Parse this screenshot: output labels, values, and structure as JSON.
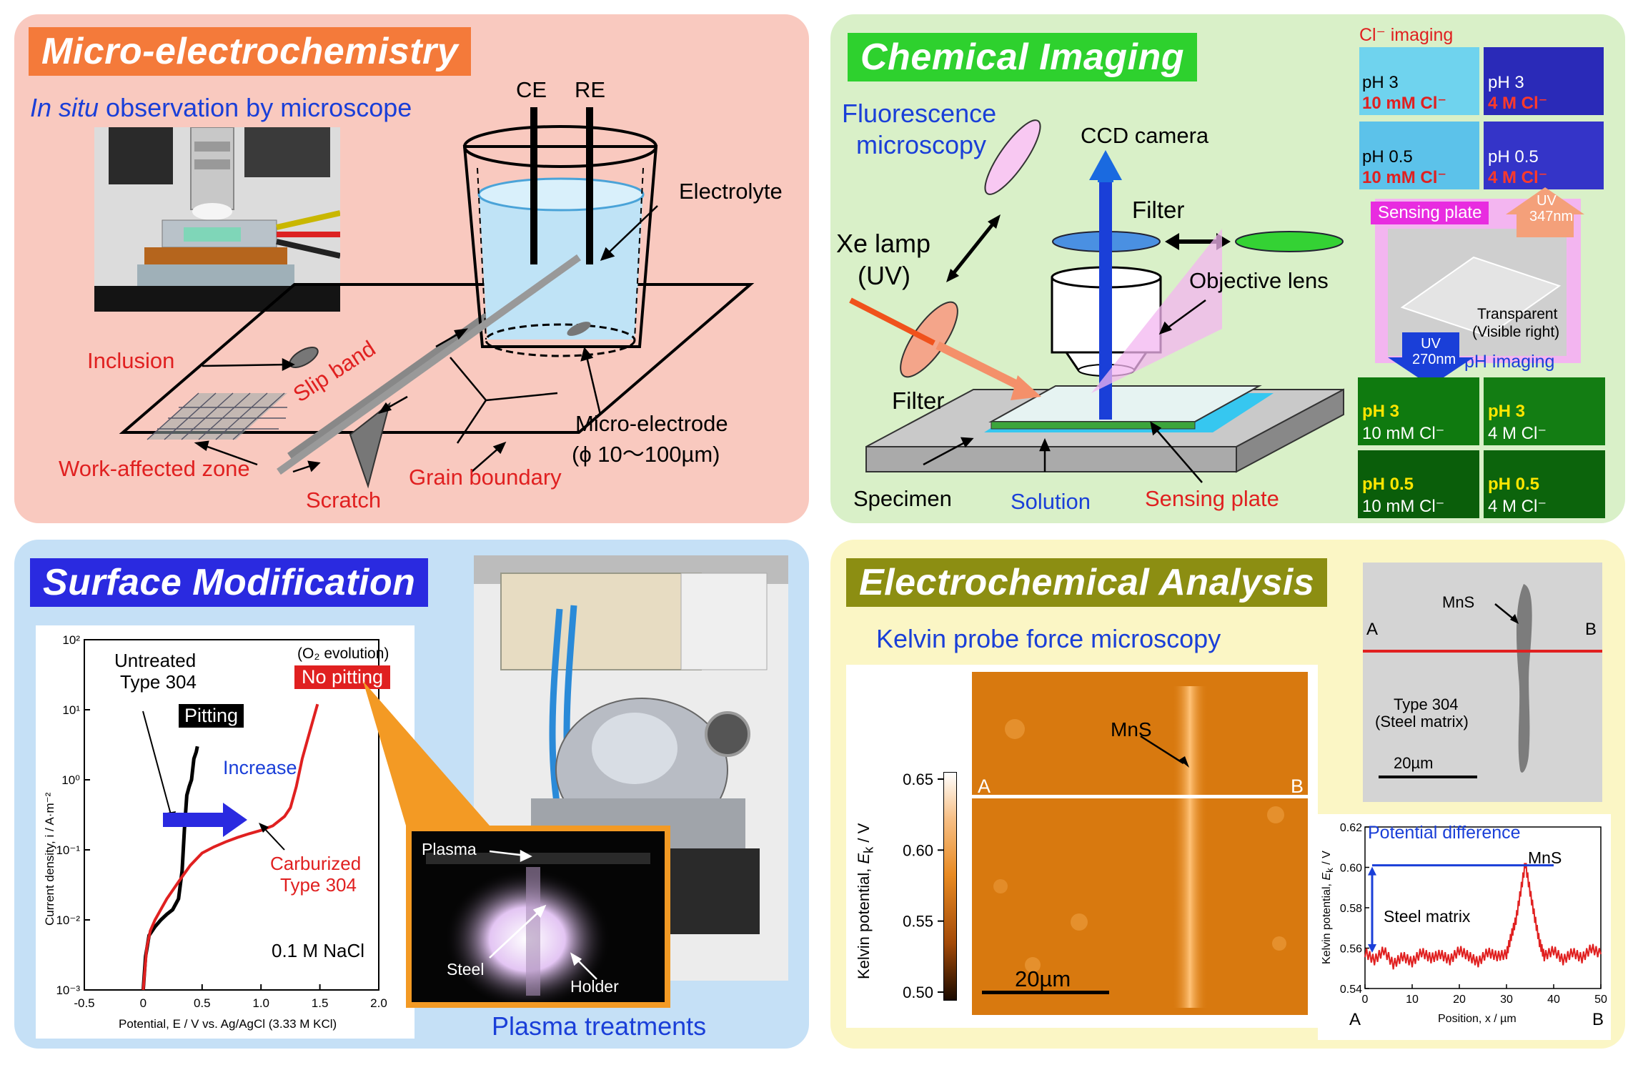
{
  "colors": {
    "accent_red": "#e02020",
    "accent_blue": "#1a3fd8",
    "panel1": "#f9c9bf",
    "panel2": "#d9f0c8",
    "panel3": "#c5e0f6",
    "panel4": "#fbf6c5"
  },
  "micro": {
    "title": "Micro-electrochemistry",
    "subtitle_italic": "In situ",
    "subtitle_rest": " observation by microscope",
    "ce": "CE",
    "re": "RE",
    "electrolyte": "Electrolyte",
    "inclusion": "Inclusion",
    "slip_band": "Slip band",
    "work_affected": "Work-affected zone",
    "scratch": "Scratch",
    "grain_boundary": "Grain boundary",
    "micro_electrode": "Micro-electrode",
    "micro_electrode_size": "(ϕ 10～100µm)"
  },
  "chem": {
    "title": "Chemical Imaging",
    "fluorescence": "Fluorescence",
    "microscopy": "microscopy",
    "ccd": "CCD camera",
    "filter_top": "Filter",
    "xe_lamp": "Xe lamp",
    "uv": "(UV)",
    "objective": "Objective lens",
    "filter_bottom": "Filter",
    "specimen": "Specimen",
    "solution": "Solution",
    "sensing_plate": "Sensing plate",
    "cl_imaging": "Cl⁻ imaging",
    "sensing_plate_tag": "Sensing plate",
    "uv347": "UV 347nm",
    "transparent": "Transparent",
    "visible_right": "(Visible right)",
    "uv270": "UV 270nm",
    "ph_imaging": "pH imaging",
    "cl_tiles": [
      {
        "ph": "pH 3",
        "cl": "10 mM Cl⁻"
      },
      {
        "ph": "pH 3",
        "cl": "4 M Cl⁻"
      },
      {
        "ph": "pH 0.5",
        "cl": "10 mM Cl⁻"
      },
      {
        "ph": "pH 0.5",
        "cl": "4 M Cl⁻"
      }
    ],
    "ph_tiles": [
      {
        "ph": "pH 3",
        "cl": "10 mM Cl⁻"
      },
      {
        "ph": "pH 3",
        "cl": "4 M Cl⁻"
      },
      {
        "ph": "pH 0.5",
        "cl": "10 mM Cl⁻"
      },
      {
        "ph": "pH 0.5",
        "cl": "4 M Cl⁻"
      }
    ]
  },
  "surface": {
    "title": "Surface Modification",
    "untreated": "Untreated",
    "type304a": "Type 304",
    "pitting": "Pitting",
    "o2": "(O₂ evolution)",
    "no_pitting": "No pitting",
    "increase": "Increase",
    "carburized": "Carburized",
    "type304b": "Type 304",
    "nacl": "0.1 M NaCl",
    "ylabel": "Current density,  i / A·m⁻²",
    "xlabel": "Potential,  E / V vs. Ag/AgCl (3.33 M KCl)",
    "plasma": "Plasma",
    "steel": "Steel",
    "holder": "Holder",
    "plasma_treatments": "Plasma treatments"
  },
  "analysis": {
    "title": "Electrochemical Analysis",
    "kpfm": "Kelvin probe force microscopy",
    "mns_map": "MnS",
    "a": "A",
    "b": "B",
    "scale_map": "20µm",
    "colorbar_label": "Kelvin potential, Ek / V",
    "mns_photo": "MnS",
    "type304": "Type 304",
    "steel_matrix_paren": "(Steel matrix)",
    "scale_photo": "20µm",
    "potential_difference": "Potential difference",
    "mns_profile": "MnS",
    "steel_matrix": "Steel matrix",
    "profile_ylabel": "Kelvin potential, Ek / V",
    "profile_xlabel": "Position, x / µm"
  },
  "chart_data": [
    {
      "type": "line",
      "title": "",
      "xlabel": "Potential,  E / V vs. Ag/AgCl (3.33 M KCl)",
      "ylabel": "Current density,  i / A·m⁻²",
      "xlim": [
        -0.5,
        2.0
      ],
      "ylim": [
        0.001,
        100
      ],
      "yscale": "log",
      "x_ticks": [
        "-0.5",
        "0",
        "0.5",
        "1.0",
        "1.5",
        "2.0"
      ],
      "y_ticks": [
        "10⁻³",
        "10⁻²",
        "10⁻¹",
        "10⁰",
        "10¹",
        "10²"
      ],
      "series": [
        {
          "name": "Untreated Type 304",
          "color": "#000000",
          "x": [
            0.0,
            0.02,
            0.05,
            0.1,
            0.15,
            0.2,
            0.25,
            0.3,
            0.33,
            0.35,
            0.37,
            0.39,
            0.41,
            0.43,
            0.45,
            0.46
          ],
          "y": [
            0.001,
            0.003,
            0.006,
            0.008,
            0.01,
            0.012,
            0.014,
            0.02,
            0.05,
            0.2,
            0.6,
            0.8,
            1.0,
            2.0,
            2.5,
            3.0
          ]
        },
        {
          "name": "Carburized Type 304",
          "color": "#e02020",
          "x": [
            0.0,
            0.03,
            0.06,
            0.1,
            0.2,
            0.3,
            0.4,
            0.5,
            0.6,
            0.7,
            0.8,
            0.9,
            1.0,
            1.1,
            1.2,
            1.25,
            1.3,
            1.35,
            1.4,
            1.45,
            1.48
          ],
          "y": [
            0.001,
            0.004,
            0.007,
            0.01,
            0.02,
            0.035,
            0.06,
            0.09,
            0.11,
            0.13,
            0.15,
            0.17,
            0.19,
            0.22,
            0.3,
            0.4,
            0.8,
            2.0,
            4.0,
            8.0,
            12.0
          ]
        }
      ]
    },
    {
      "type": "line",
      "title": "",
      "xlabel": "Position, x / µm",
      "ylabel": "Kelvin potential, Ek / V",
      "xlim": [
        0,
        50
      ],
      "ylim": [
        0.54,
        0.62
      ],
      "x_ticks": [
        "0",
        "10",
        "20",
        "30",
        "40",
        "50"
      ],
      "y_ticks": [
        "0.54",
        "0.56",
        "0.58",
        "0.60",
        "0.62"
      ],
      "series": [
        {
          "name": "",
          "color": "#e02020",
          "x": [
            0,
            2,
            4,
            6,
            8,
            10,
            12,
            14,
            16,
            18,
            20,
            22,
            24,
            26,
            28,
            30,
            31,
            32,
            33,
            34,
            35,
            36,
            37,
            38,
            40,
            42,
            44,
            46,
            48,
            50
          ],
          "y": [
            0.558,
            0.554,
            0.559,
            0.552,
            0.556,
            0.553,
            0.558,
            0.555,
            0.557,
            0.554,
            0.559,
            0.556,
            0.553,
            0.558,
            0.556,
            0.557,
            0.566,
            0.574,
            0.588,
            0.602,
            0.588,
            0.575,
            0.563,
            0.556,
            0.559,
            0.554,
            0.558,
            0.555,
            0.56,
            0.557
          ]
        }
      ]
    },
    {
      "type": "heatmap",
      "title": "",
      "colorbar_label": "Kelvin potential, Ek / V",
      "colorbar_ticks": [
        "0.50",
        "0.55",
        "0.60",
        "0.65"
      ],
      "colorbar_range": [
        0.5,
        0.65
      ]
    }
  ]
}
